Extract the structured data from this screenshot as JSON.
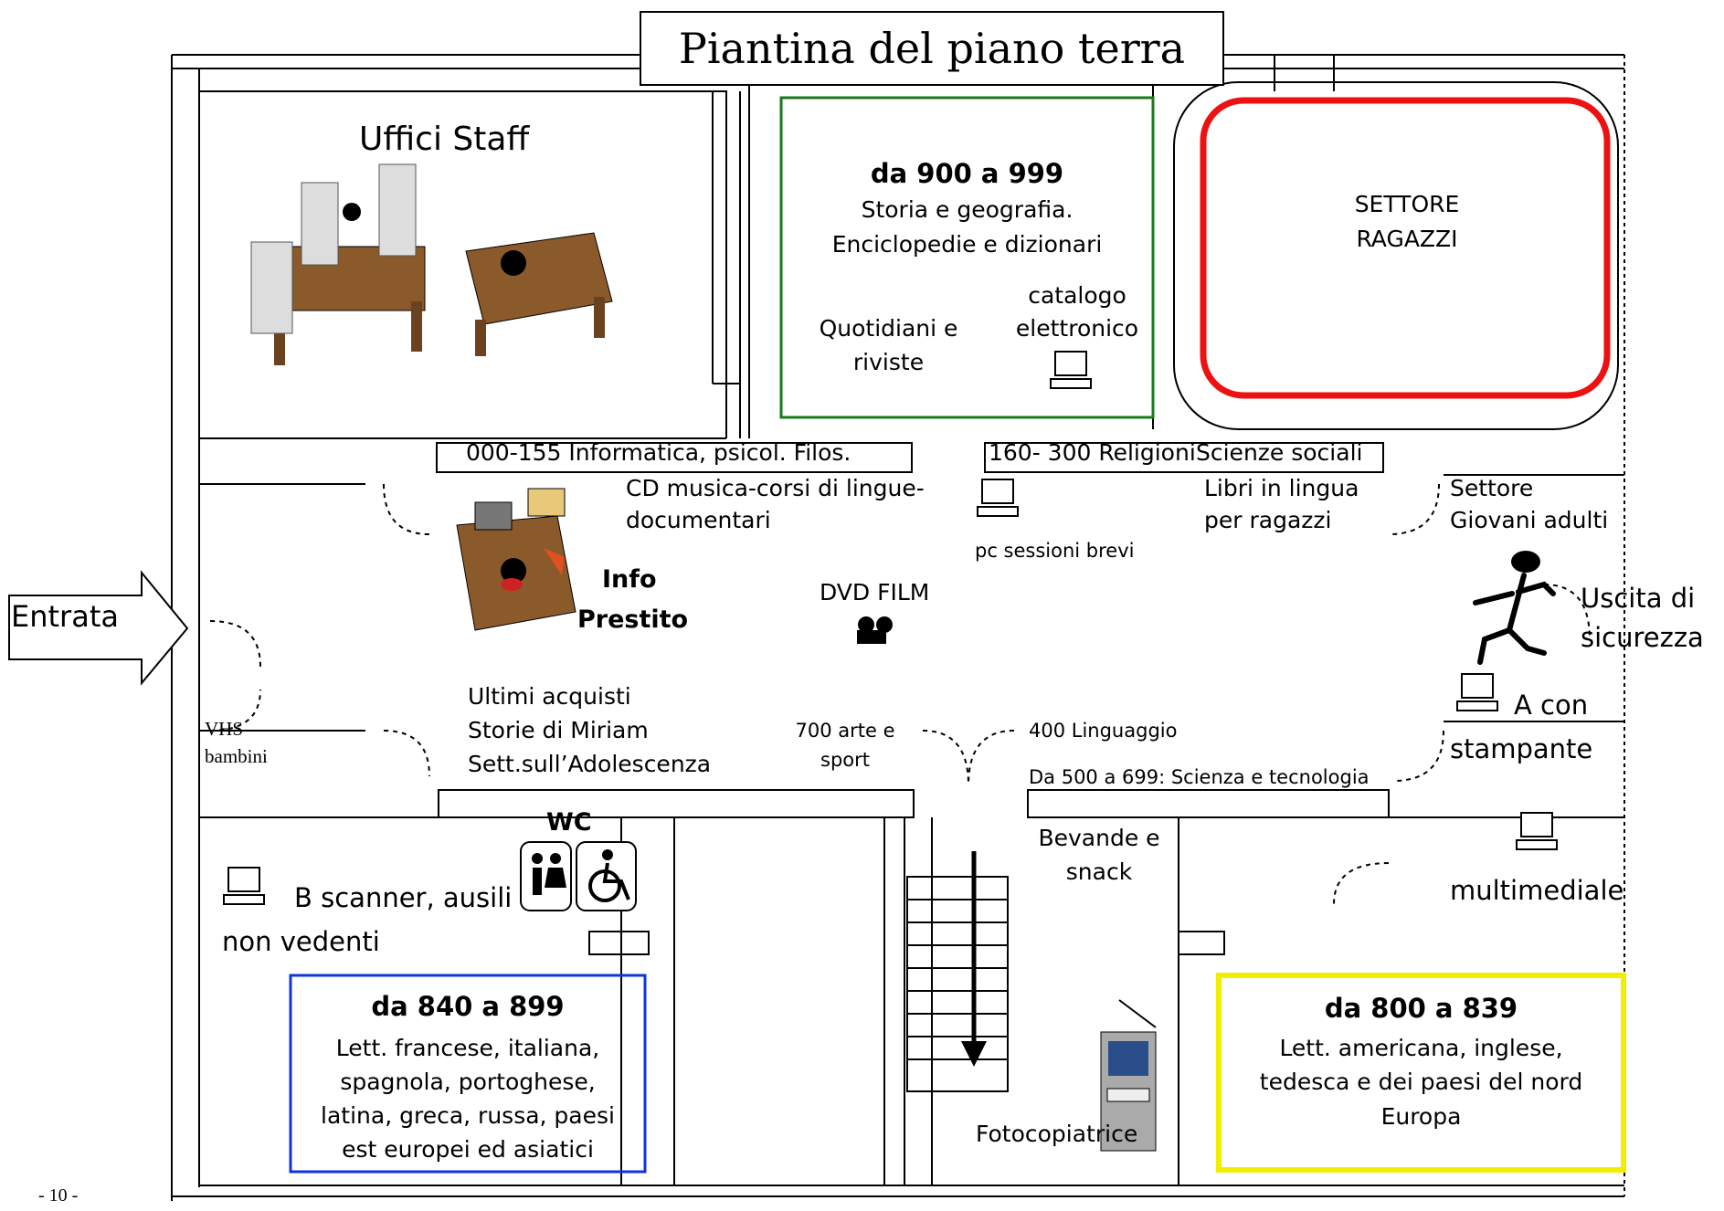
{
  "title": "Piantina del piano terra",
  "page_number": "- 10 -",
  "colors": {
    "green_box": "#1a7a1a",
    "red_box": "#ee1111",
    "blue_box": "#1133dd",
    "yellow_box": "#f2ee00",
    "desk_brown": "#8b5a2b"
  },
  "rooms": {
    "uffici_staff": "Uffici Staff",
    "dewey_900": {
      "heading": "da 900 a 999",
      "line1": "Storia e geografia.",
      "line2": "Enciclopedie e dizionari",
      "quotidiani_1": "Quotidiani e",
      "quotidiani_2": "riviste",
      "catalogo_1": "catalogo",
      "catalogo_2": "elettronico"
    },
    "settore_ragazzi_1": "SETTORE",
    "settore_ragazzi_2": "RAGAZZI",
    "dewey_840": {
      "heading": "da 840 a 899",
      "line1": "Lett. francese, italiana,",
      "line2": "spagnola, portoghese,",
      "line3": "latina, greca, russa, paesi",
      "line4": "est europei ed asiatici"
    },
    "dewey_800": {
      "heading": "da 800 a 839",
      "line1": "Lett.  americana, inglese,",
      "line2": "tedesca e dei paesi del nord",
      "line3": "Europa"
    }
  },
  "labels": {
    "shelf_000": "000-155 Informatica, psicol. Filos.",
    "shelf_160": "160- 300 Religioni",
    "scienze_sociali": "Scienze sociali",
    "cd_1": "CD musica-corsi di lingue-",
    "cd_2": "documentari",
    "libri_1": "Libri in lingua",
    "libri_2": "per ragazzi",
    "settore_giovani_1": "Settore",
    "settore_giovani_2": "Giovani adulti",
    "pc_sessioni": "pc sessioni brevi",
    "info": "Info",
    "prestito": "Prestito",
    "dvd": "DVD FILM",
    "entrata": "Entrata",
    "uscita_1": "Uscita di",
    "uscita_2": "sicurezza",
    "a_con": "A con",
    "stampante": "stampante",
    "ultimi_1": "Ultimi acquisti",
    "ultimi_2": "Storie di Miriam",
    "ultimi_3": "Sett.sull’Adolescenza",
    "arte_1": "700 arte e",
    "arte_2": "sport",
    "linguaggio": "400 Linguaggio",
    "scienza": "Da 500 a 699: Scienza e tecnologia",
    "vhs_1": "VHS",
    "vhs_2": "bambini",
    "wc": "WC",
    "bevande_1": "Bevande e",
    "bevande_2": "snack",
    "scanner_1": "B scanner, ausili",
    "scanner_2": "non vedenti",
    "multimediale": "multimediale",
    "fotocopiatrice": "Fotocopiatrice"
  }
}
